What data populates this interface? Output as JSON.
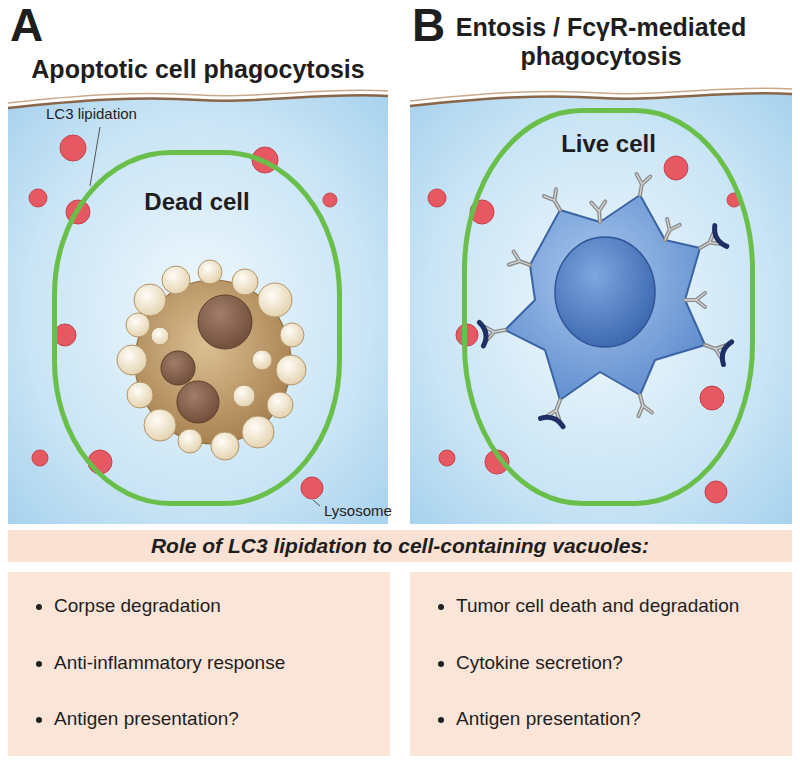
{
  "diagram": {
    "nodes": [
      {
        "text": [
          "Apoptotic cell phagocytosis"
        ]
      },
      {
        "text": [
          "Dead cell"
        ],
        "in": 0
      },
      {
        "text": [
          "Entosis / FcγR-mediated phagocytosis"
        ]
      },
      {
        "text": [
          "Live cell"
        ],
        "in": 2
      },
      {
        "text": [
          "Role of LC3 lipidation to cell-containing vacuoles:"
        ]
      },
      {
        "text": [
          "Corpse degradation",
          "Anti-inflammatory response",
          "Antigen presentation?"
        ]
      },
      {
        "text": [
          "Tumor cell death and degradation",
          "Cytokine secretion?",
          "Antigen presentation?"
        ]
      }
    ],
    "labels": [
      "A",
      "B",
      "LC3 lipidation",
      "Lysosome"
    ]
  }
}
